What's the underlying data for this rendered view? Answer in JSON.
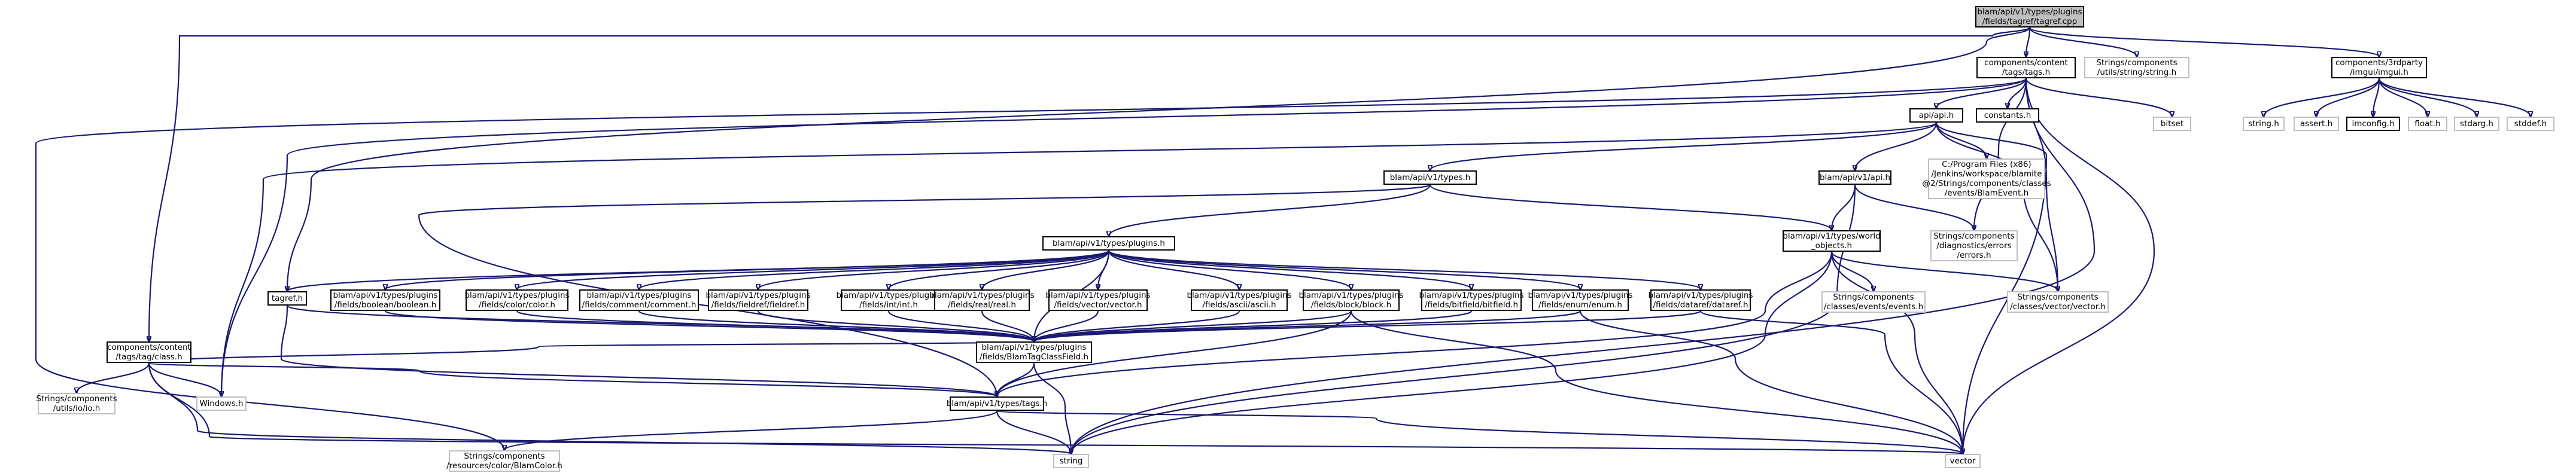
{
  "colors": {
    "edge": "#191970",
    "root_fill": "#bfbfbf",
    "node_border": "#000000",
    "external_border": "#bfbfbf",
    "background": "#ffffff"
  },
  "nodes": {
    "root": [
      "blam/api/v1/types/plugins",
      "/fields/tagref/tagref.cpp"
    ],
    "tags_h": [
      "components/content",
      "/tags/tags.h"
    ],
    "string_h": [
      "Strings/components",
      "/utils/string/string.h"
    ],
    "imgui_h": [
      "components/3rdparty",
      "/imgui/imgui.h"
    ],
    "api_h": [
      "api/api.h"
    ],
    "constants_h": [
      "constants.h"
    ],
    "bitset": [
      "bitset"
    ],
    "imgui_string_h": [
      "string.h"
    ],
    "assert_h": [
      "assert.h"
    ],
    "imconfig_h": [
      "imconfig.h"
    ],
    "float_h": [
      "float.h"
    ],
    "stdarg_h": [
      "stdarg.h"
    ],
    "stddef_h": [
      "stddef.h"
    ],
    "blamevent_h": [
      "C:/Program Files (x86)",
      "/Jenkins/workspace/blamite",
      "@2/Strings/components/classes",
      "/events/BlamEvent.h"
    ],
    "types_h": [
      "blam/api/v1/types.h"
    ],
    "api_api_h": [
      "blam/api/v1/api.h"
    ],
    "errors_h": [
      "Strings/components",
      "/diagnostics/errors",
      "/errors.h"
    ],
    "world_objects_h": [
      "blam/api/v1/types/world",
      "_objects.h"
    ],
    "plugins_h": [
      "blam/api/v1/types/plugins.h"
    ],
    "events_h": [
      "Strings/components",
      "/classes/events/events.h"
    ],
    "classvector_h": [
      "Strings/components",
      "/classes/vector/vector.h"
    ],
    "tagref_h": [
      "tagref.h"
    ],
    "boolean_h": [
      "blam/api/v1/types/plugins",
      "/fields/boolean/boolean.h"
    ],
    "color_h": [
      "blam/api/v1/types/plugins",
      "/fields/color/color.h"
    ],
    "comment_h": [
      "blam/api/v1/types/plugins",
      "/fields/comment/comment.h"
    ],
    "fieldref_h": [
      "blam/api/v1/types/plugins",
      "/fields/fieldref/fieldref.h"
    ],
    "int_h": [
      "blam/api/v1/types/plugins",
      "/fields/int/int.h"
    ],
    "real_h": [
      "blam/api/v1/types/plugins",
      "/fields/real/real.h"
    ],
    "fvector_h": [
      "blam/api/v1/types/plugins",
      "/fields/vector/vector.h"
    ],
    "ascii_h": [
      "blam/api/v1/types/plugins",
      "/fields/ascii/ascii.h"
    ],
    "block_h": [
      "blam/api/v1/types/plugins",
      "/fields/block/block.h"
    ],
    "bitfield_h": [
      "blam/api/v1/types/plugins",
      "/fields/bitfield/bitfield.h"
    ],
    "enum_h": [
      "blam/api/v1/types/plugins",
      "/fields/enum/enum.h"
    ],
    "dataref_h": [
      "blam/api/v1/types/plugins",
      "/fields/dataref/dataref.h"
    ],
    "class_h": [
      "components/content",
      "/tags/tag/class.h"
    ],
    "tagclassfield_h": [
      "blam/api/v1/types/plugins",
      "/fields/BlamTagClassField.h"
    ],
    "io_h": [
      "Strings/components",
      "/utils/io/io.h"
    ],
    "windows_h": [
      "Windows.h"
    ],
    "api_tags_h": [
      "blam/api/v1/types/tags.h"
    ],
    "blamcolor_h": [
      "Strings/components",
      "/resources/color/BlamColor.h"
    ],
    "std_string": [
      "string"
    ],
    "std_vector": [
      "vector"
    ]
  }
}
